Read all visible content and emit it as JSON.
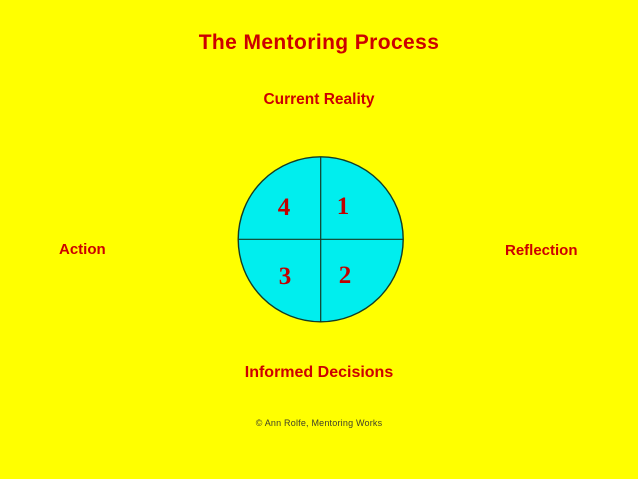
{
  "slide": {
    "title": "The Mentoring Process",
    "labels": {
      "top": "Current Reality",
      "right": "Reflection",
      "bottom": "Informed Decisions",
      "left": "Action"
    },
    "quadrants": {
      "top_left": "4",
      "top_right": "1",
      "bottom_right": "2",
      "bottom_left": "3"
    },
    "footer": "© Ann Rolfe, Mentoring Works",
    "colors": {
      "background": "#FFFF00",
      "accent_red": "#CC0000",
      "number_red": "#C00000",
      "circle_fill": "#00EEEE",
      "circle_border": "#123C26",
      "footer_text": "#40402A"
    }
  }
}
